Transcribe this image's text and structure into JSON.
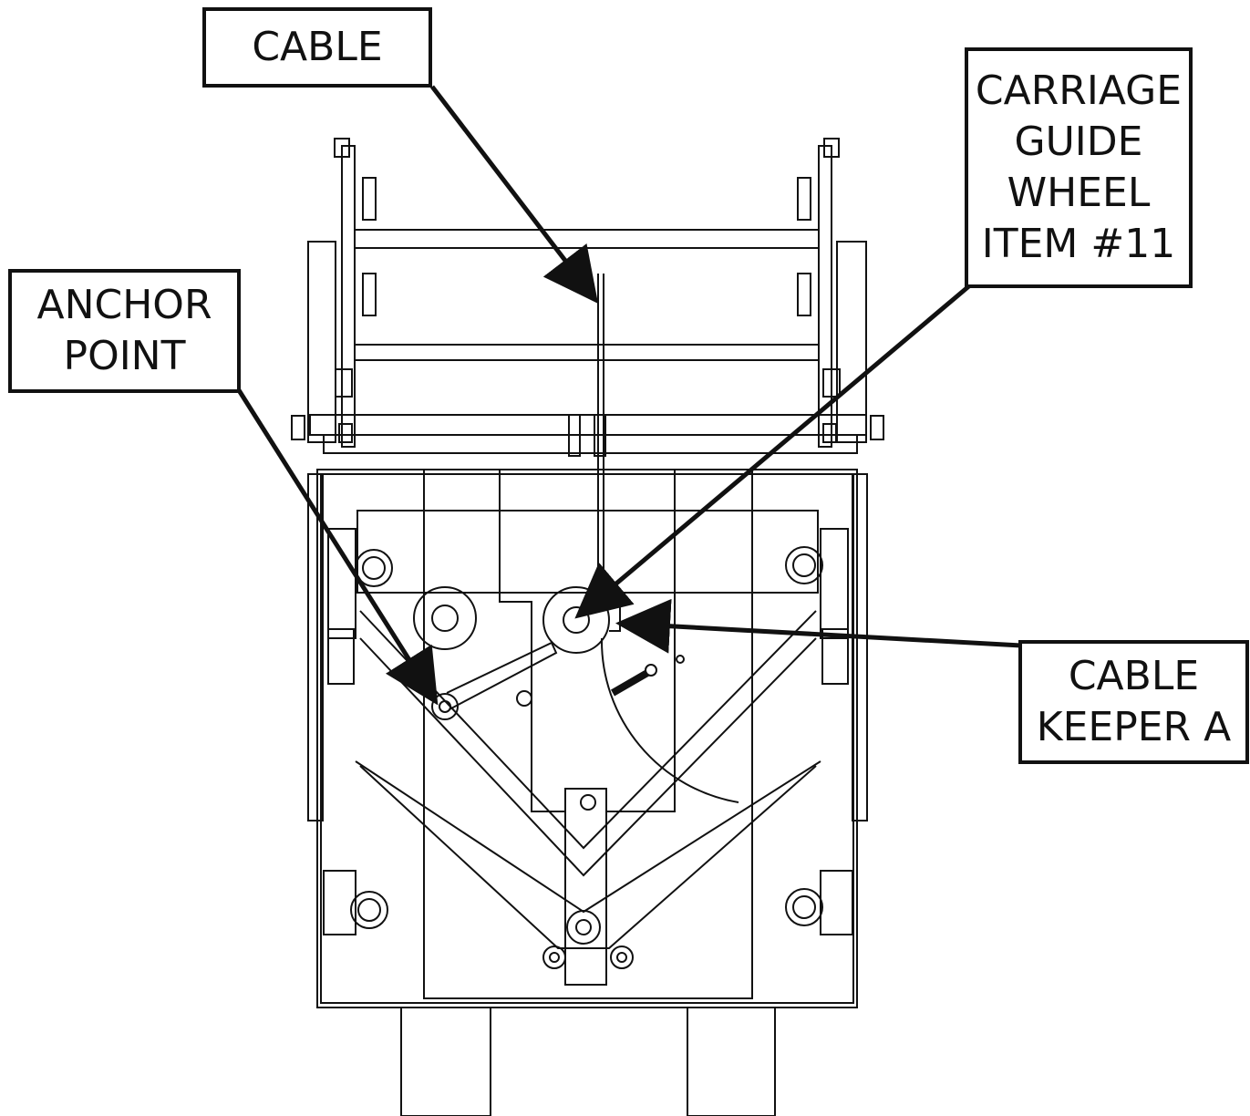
{
  "callouts": {
    "cable": {
      "lines": [
        "CABLE"
      ]
    },
    "carriage_guide_wheel": {
      "lines": [
        "CARRIAGE",
        "GUIDE",
        "WHEEL",
        "ITEM #11"
      ]
    },
    "anchor_point": {
      "lines": [
        "ANCHOR",
        "POINT"
      ]
    },
    "cable_keeper_a": {
      "lines": [
        "CABLE",
        "KEEPER A"
      ]
    }
  },
  "colors": {
    "line": "#111111",
    "background": "#ffffff"
  }
}
